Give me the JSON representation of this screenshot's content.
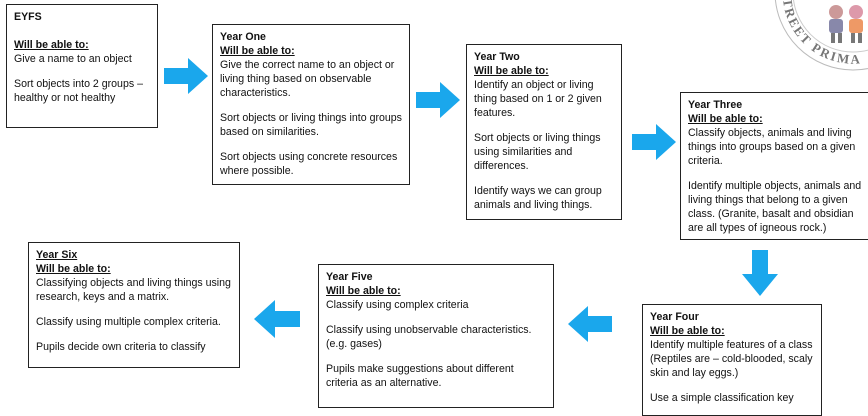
{
  "colors": {
    "arrow": "#1aa7ec",
    "border": "#222222"
  },
  "logo": {
    "text": "STREET PRIMA"
  },
  "stages": [
    {
      "title": "EYFS",
      "subtitle": "Will be able to:",
      "items": [
        "Give a name to an object",
        "Sort objects into 2 groups – healthy or not healthy"
      ]
    },
    {
      "title": "Year One",
      "subtitle": "Will be able to:",
      "items": [
        "Give the correct name to an object or living thing based on observable characteristics.",
        "Sort objects or living things into groups based on similarities.",
        "Sort objects using concrete resources where possible."
      ]
    },
    {
      "title": "Year Two",
      "subtitle": "Will be able to:",
      "items": [
        "Identify an object or living thing based on 1 or 2 given features.",
        "Sort objects or living things using similarities and differences.",
        "Identify ways we can group animals and living things."
      ]
    },
    {
      "title": "Year Three",
      "subtitle": "Will be able to:",
      "items": [
        "Classify objects, animals and living things into groups based on a given criteria.",
        "Identify multiple objects, animals and living things that belong to a given class. (Granite, basalt and obsidian are all types of igneous rock.)"
      ]
    },
    {
      "title": "Year Four",
      "subtitle": "Will be able to:",
      "items": [
        "Identify multiple features of a class (Reptiles are – cold-blooded, scaly skin and lay eggs.)",
        "Use a simple classification key"
      ]
    },
    {
      "title": "Year Five",
      "subtitle": "Will be able to:",
      "items": [
        "Classify using complex criteria",
        "Classify using unobservable characteristics. (e.g. gases)",
        "Pupils make suggestions about different criteria as an alternative."
      ]
    },
    {
      "title": "Year Six",
      "subtitle": "Will be able to:",
      "items": [
        "Classifying objects and living things using research, keys and a matrix.",
        "Classify using multiple complex criteria.",
        "Pupils decide own criteria to classify"
      ]
    }
  ]
}
